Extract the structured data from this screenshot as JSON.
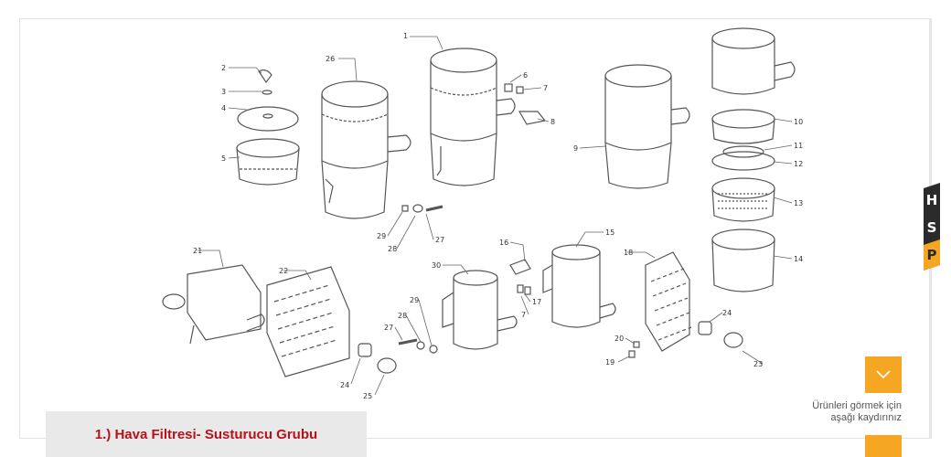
{
  "diagram": {
    "part_labels": [
      "1",
      "2",
      "3",
      "4",
      "5",
      "6",
      "7",
      "8",
      "9",
      "10",
      "11",
      "12",
      "13",
      "14",
      "15",
      "16",
      "17",
      "7",
      "18",
      "19",
      "20",
      "21",
      "22",
      "23",
      "24",
      "24",
      "25",
      "26",
      "27",
      "28",
      "29",
      "27",
      "28",
      "29",
      "30"
    ]
  },
  "logo": {
    "letters": [
      "H",
      "S",
      "P"
    ],
    "accent": "#f5a623"
  },
  "scroll_hint": {
    "line1": "Ürünleri görmek için",
    "line2": "aşağı kaydırınız",
    "icon": "chevron-down-icon"
  },
  "caption": {
    "title": "1.) Hava Filtresi- Susturucu Grubu",
    "color": "#b5121b"
  }
}
